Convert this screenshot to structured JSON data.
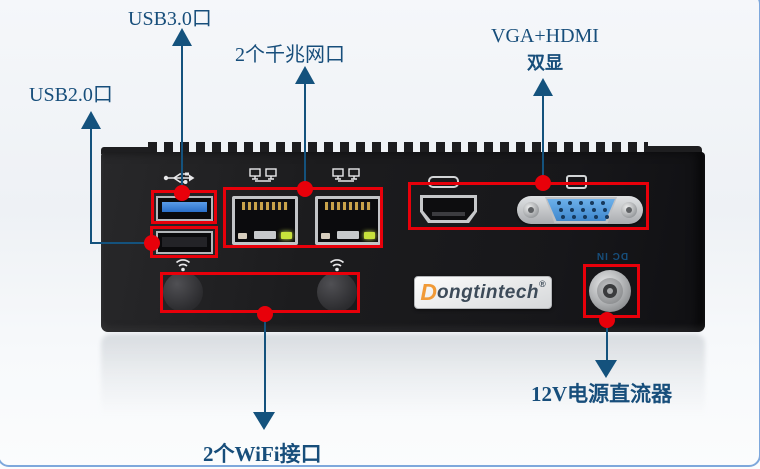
{
  "annotations": {
    "usb3": {
      "label": "USB3.0口"
    },
    "usb2": {
      "label": "USB2.0口"
    },
    "lan": {
      "label": "2个千兆网口"
    },
    "display": {
      "line1": "VGA+HDMI",
      "line2": "双显"
    },
    "wifi": {
      "label": "2个WiFi接口"
    },
    "power": {
      "label": "12V电源直流器"
    }
  },
  "device": {
    "brand": {
      "initial": "D",
      "rest": "ongtintech",
      "mark": "®"
    },
    "dc_port_label": "DC IN"
  },
  "icons": [
    "usb-icon",
    "ethernet-icon",
    "wifi-icon",
    "hdmi-icon",
    "vga-icon"
  ],
  "colors": {
    "annotation_red": "#e8000a",
    "label_blue": "#174e7b",
    "arrow_blue": "#14527d",
    "usb3_tongue": "#2a6fc8",
    "vga_face_blue": "#3f87cd",
    "led_active": "#c8e23c",
    "brand_orange": "#f19a37",
    "frame_blue": "#7ea8dc"
  }
}
